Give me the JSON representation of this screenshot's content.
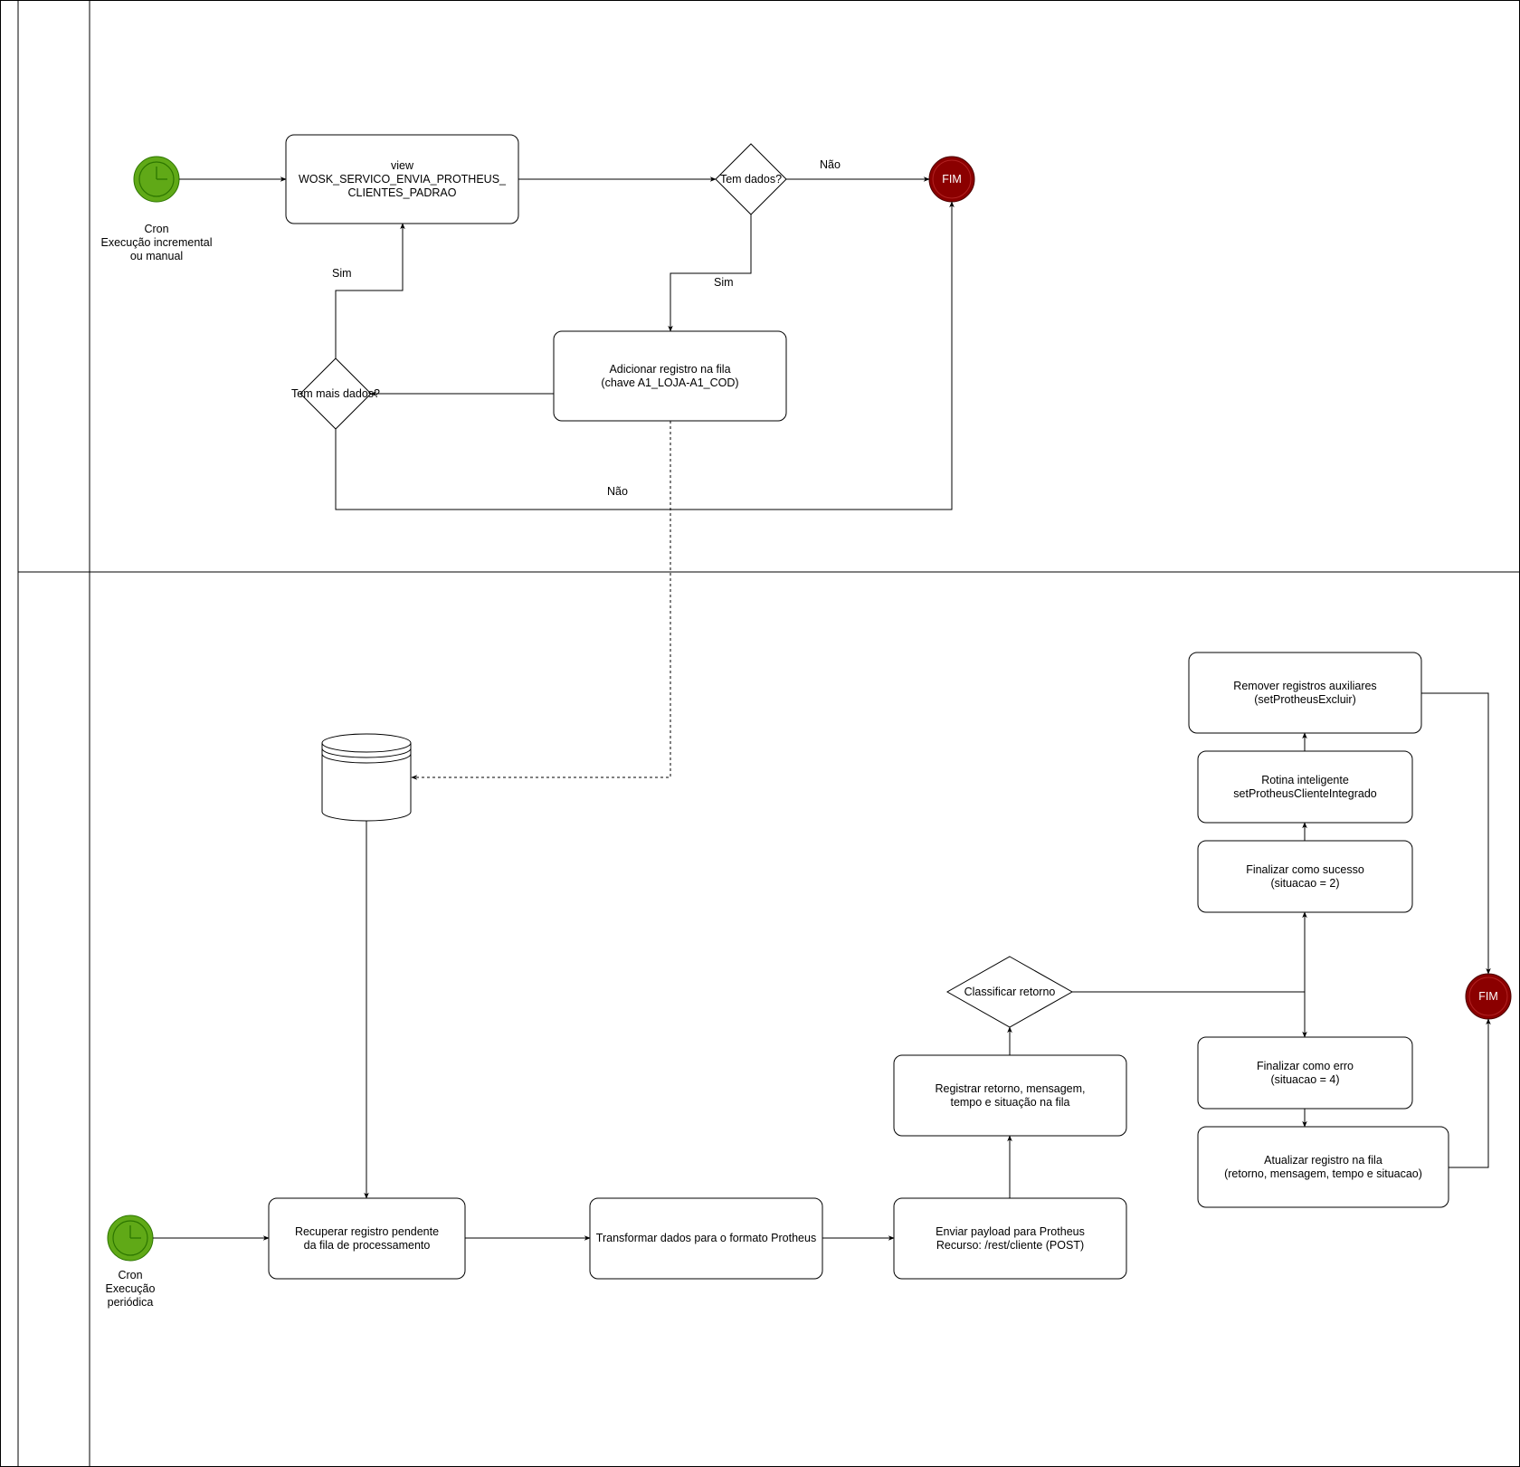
{
  "top_lane": {
    "start_event": {
      "label": "Cron\nExecução incremental\nou manual",
      "icon": "clock-icon",
      "color": "#60a917"
    },
    "view_task": {
      "label": "view\nWOSK_SERVICO_ENVIA_PROTHEUS_\nCLIENTES_PADRAO"
    },
    "has_data_gateway": {
      "label": "Tem dados?"
    },
    "no_label_1": "Não",
    "yes_label_1": "Sim",
    "end_event": {
      "label": "FIM",
      "color": "#8b0000"
    },
    "add_queue_task": {
      "label": "Adicionar registro na fila\n(chave A1_LOJA-A1_COD)"
    },
    "more_data_gateway": {
      "label": "Tem mais dados?"
    },
    "yes_label_2": "Sim",
    "no_label_2": "Não"
  },
  "bottom_lane": {
    "start_event": {
      "label": "Cron\nExecução\nperiódica",
      "icon": "clock-icon",
      "color": "#60a917"
    },
    "database": {
      "icon": "database-icon"
    },
    "retrieve_task": {
      "label": "Recuperar registro pendente\nda fila de processamento"
    },
    "transform_task": {
      "label": "Transformar dados para o formato Protheus"
    },
    "send_task": {
      "label": "Enviar payload para Protheus\nRecurso: /rest/cliente (POST)"
    },
    "register_task": {
      "label": "Registrar retorno, mensagem,\ntempo e situação na fila"
    },
    "classify_gateway": {
      "label": "Classificar retorno"
    },
    "success_task": {
      "label": "Finalizar como sucesso\n(situacao = 2)"
    },
    "smart_routine_task": {
      "label": "Rotina inteligente\nsetProtheusClienteIntegrado"
    },
    "remove_task": {
      "label": "Remover registros auxiliares\n(setProtheusExcluir)"
    },
    "error_task": {
      "label": "Finalizar como erro\n(situacao = 4)"
    },
    "update_task": {
      "label": "Atualizar registro na fila\n(retorno, mensagem, tempo e situacao)"
    },
    "end_event": {
      "label": "FIM",
      "color": "#8b0000"
    }
  }
}
